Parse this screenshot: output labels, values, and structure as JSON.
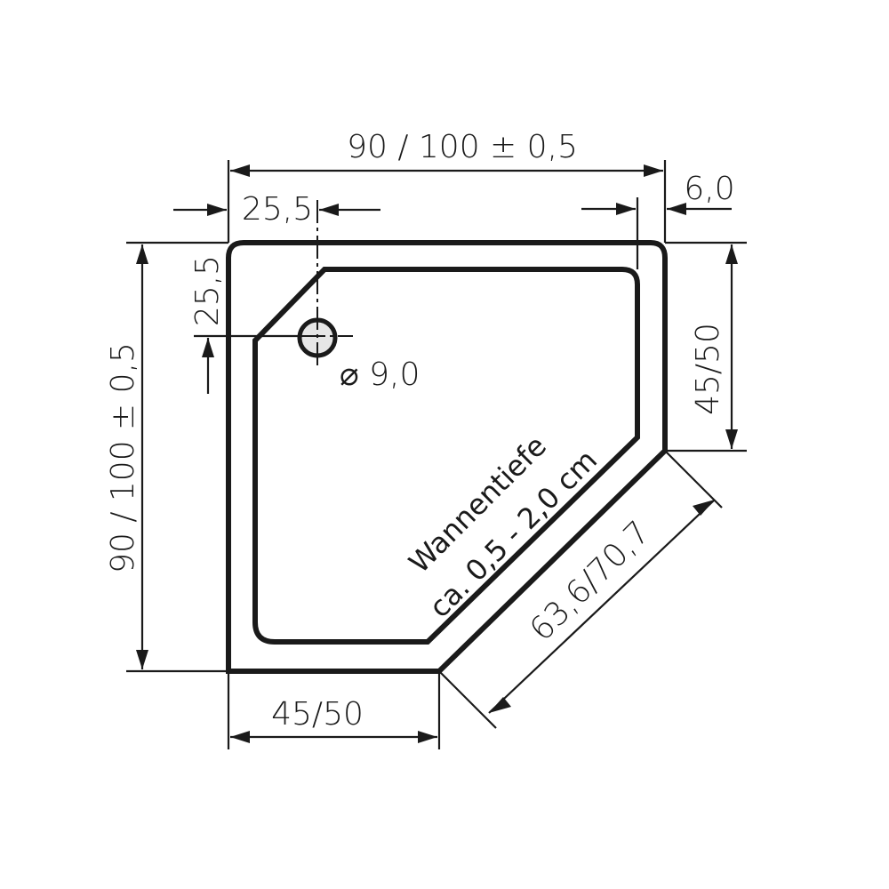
{
  "drawing": {
    "title": "Pentagon shower tray dimension drawing",
    "colors": {
      "line": "#1a1a1a",
      "background": "#ffffff",
      "drain_fill": "#e6e6e6"
    },
    "dimensions": {
      "overall_width": "90 / 100 ± 0,5",
      "overall_depth": "90 / 100 ± 0,5",
      "drain_offset_x": "25,5",
      "drain_offset_y": "25,5",
      "rim_width": "6,0",
      "right_side_length": "45/50",
      "bottom_side_length": "45/50",
      "diagonal_length": "63,6/70,7",
      "drain_diameter": "⌀ 9,0"
    },
    "notes": {
      "depth_line1": "Wannentiefe",
      "depth_line2": "ca. 0,5 - 2,0 cm"
    },
    "icons": {
      "drain": "drain-circle-icon"
    }
  }
}
